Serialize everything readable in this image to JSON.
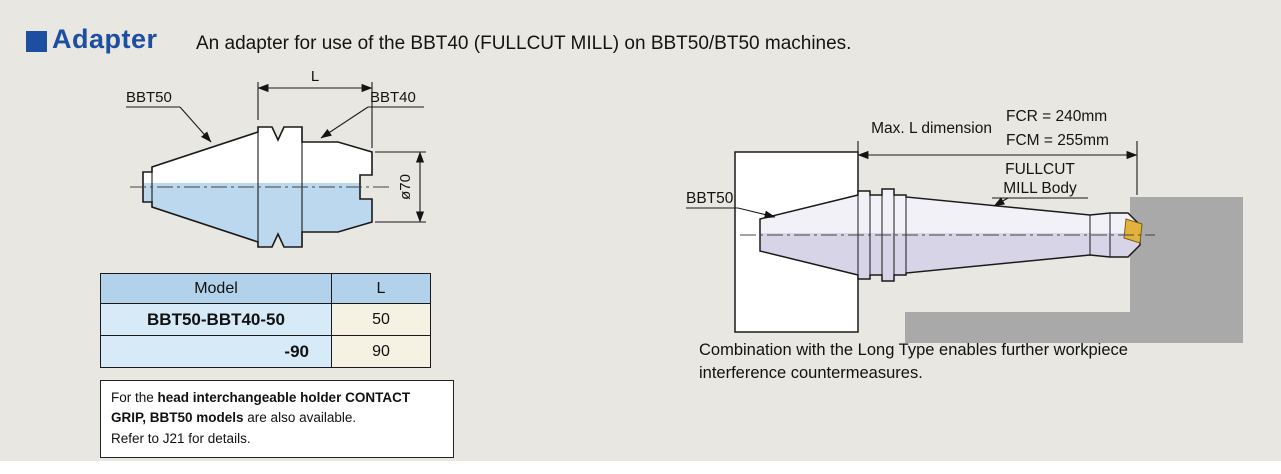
{
  "header": {
    "title": "Adapter",
    "description": "An adapter for use of the BBT40 (FULLCUT MILL) on BBT50/BT50 machines."
  },
  "colors": {
    "accent_blue": "#1c4fa1",
    "table_header_bg": "#b2d1ea",
    "table_model_bg": "#d7eaf8",
    "table_value_bg": "#f5f1e3",
    "holder_blue": "#bcd8ee",
    "holder_lavender": "#d6d4e6",
    "workpiece_gray": "#a9a9a9",
    "insert_gold": "#e2b23c",
    "page_bg": "#e9e7e2"
  },
  "left_diagram": {
    "label_bbt50": "BBT50",
    "label_bbt40": "BBT40",
    "dim_length": "L",
    "dim_diameter": "ø70"
  },
  "spec_table": {
    "col_model": "Model",
    "col_l": "L",
    "rows": [
      {
        "model": "BBT50-BBT40-50",
        "l": "50"
      },
      {
        "model": "-90",
        "l": "90"
      }
    ]
  },
  "note": {
    "text_pre": "For the ",
    "text_bold": "head interchangeable holder CONTACT GRIP, BBT50 models",
    "text_post": " are also available.",
    "text_line2": "Refer to J21 for details."
  },
  "right_diagram": {
    "dim_title": "Max. L dimension",
    "dim_fcr": "FCR = 240mm",
    "dim_fcm": "FCM = 255mm",
    "label_fullcut_1": "FULLCUT",
    "label_fullcut_2": "MILL Body",
    "label_bbt50": "BBT50",
    "caption": "Combination with the Long Type enables further workpiece interference countermeasures."
  }
}
